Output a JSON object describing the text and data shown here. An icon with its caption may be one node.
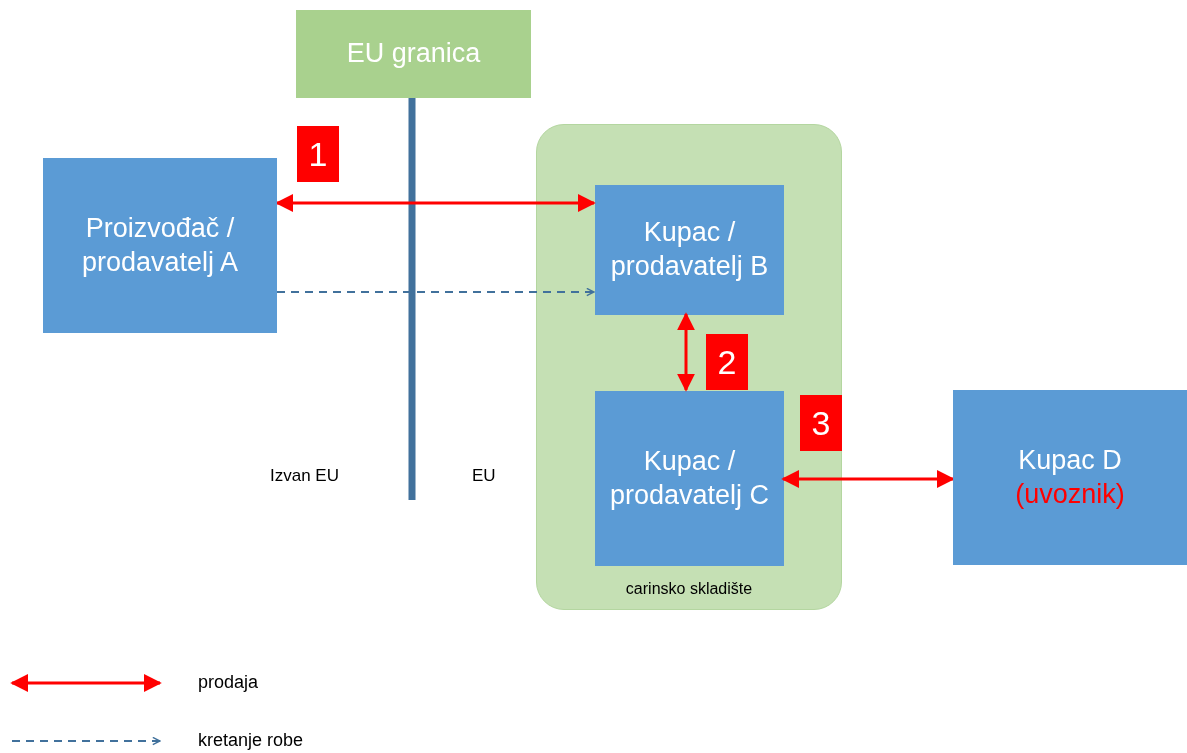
{
  "diagram": {
    "nodes": [
      {
        "text": [
          "EU granica"
        ]
      },
      {
        "text": [
          "Proizvođač / prodavatelj A"
        ]
      },
      {
        "text": [
          "carinsko skladište"
        ]
      },
      {
        "text": [
          "Kupac / prodavatelj B"
        ],
        "in": 2
      },
      {
        "text": [
          "Kupac / prodavatelj C"
        ],
        "in": 2
      },
      {
        "text": [
          "Kupac D",
          "(uvoznik)"
        ]
      }
    ],
    "edges": [
      {
        "from": 0,
        "to": null,
        "arrow": "none",
        "style": "thick",
        "color": "#41719c"
      },
      {
        "from": 1,
        "to": 3,
        "arrow": "both"
      },
      {
        "from": 1,
        "to": 3,
        "arrow": "to",
        "style": "dashed",
        "color": "#41719c"
      },
      {
        "from": 3,
        "to": 4,
        "arrow": "both"
      },
      {
        "from": 4,
        "to": 5,
        "arrow": "both"
      }
    ],
    "labels": [
      "1",
      "2",
      "3",
      "Izvan EU",
      "EU"
    ],
    "legend": [
      {
        "text": "prodaja"
      },
      {
        "text": "kretanje robe"
      }
    ]
  }
}
